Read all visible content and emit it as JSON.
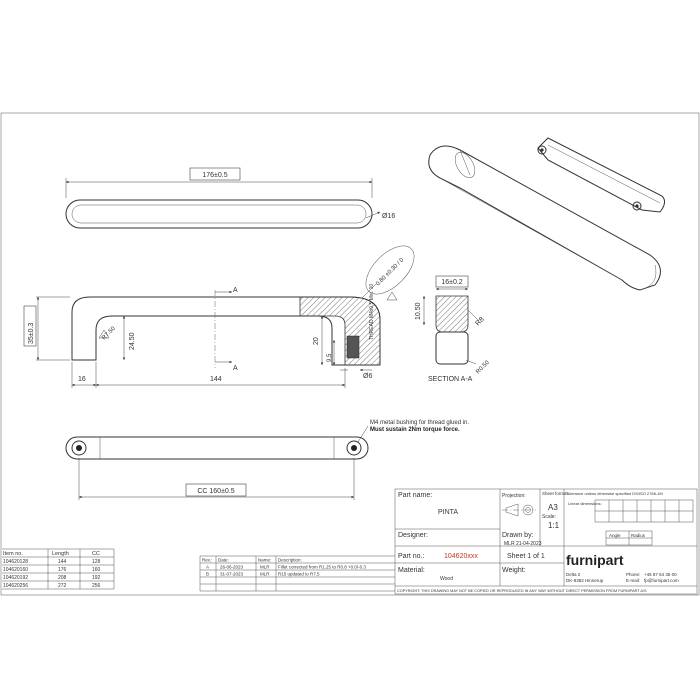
{
  "views": {
    "top": {
      "length": "176±0.5",
      "diameter": "Ø16"
    },
    "side": {
      "height": "35±0.3",
      "radius": "R7.50",
      "inner_height": "24.50",
      "depth": "16",
      "length": "144",
      "section_marker_top": "A",
      "section_marker_bottom": "A",
      "hole_depth": "20",
      "thread_offset": "9.5",
      "thread_note": "THREAD M4x0.5 Min. 10",
      "hole_dia": "Ø6",
      "bubble_tolerance": "0.80 ±0.30 / 0",
      "bubble_sym": "0"
    },
    "section": {
      "width": "16±0.2",
      "height": "10.50",
      "r8": "R8",
      "r050": "R0.50",
      "label": "SECTION A-A"
    },
    "front": {
      "cc": "CC 160±0.5",
      "note_line1": "M4 metal bushing for thread glued in.",
      "note_line2": "Must sustain 2Nm torque force."
    }
  },
  "item_table": {
    "headers": [
      "Item no.",
      "Length",
      "CC"
    ],
    "rows": [
      [
        "104620128",
        "144",
        "128"
      ],
      [
        "104620160",
        "176",
        "160"
      ],
      [
        "104620192",
        "208",
        "192"
      ],
      [
        "104620256",
        "272",
        "256"
      ]
    ]
  },
  "revision_table": {
    "headers": [
      "Rev.:",
      "Date:",
      "Name:",
      "Description:"
    ],
    "rows": [
      [
        "A",
        "26-06-2023",
        "MLR",
        "Fillet corrected from R1.25 to R0.8 +0.0/-0.3"
      ],
      [
        "B",
        "31-07-2023",
        "MLR",
        "R15 updated to R7.5"
      ]
    ]
  },
  "title_block": {
    "part_name_label": "Part name:",
    "part_name": "PINTA",
    "projection_label": "Projection:",
    "sheet_format_label": "Sheet format:",
    "sheet_format": "A3",
    "scale_label": "Scale:",
    "scale": "1:1",
    "designer_label": "Designer:",
    "drawn_by_label": "Drawn by:",
    "drawn_by": "MLR 21-04-2023",
    "part_no_label": "Part no.:",
    "part_no": "104620xxx",
    "sheet_label": "Sheet 1 of 1",
    "material_label": "Material:",
    "material": "Wood",
    "weight_label": "Weight:",
    "tolerance_title": "Tolerance unless otherwise specified DS/ISO 2768-1M",
    "linear_label": "Linear dimensions:",
    "angle_label": "Angle",
    "radius_label": "Radius",
    "logo": "furnipart",
    "company_line1": "Delta 2",
    "company_line2": "DK-8382 Hinnerup",
    "phone_label": "Phone:",
    "phone": "+45 87 64 35 00",
    "email_label": "E-mail:",
    "email": "fp@furnipart.com",
    "copyright": "COPYRIGHT: THIS DRAWING MAY NOT BE COPIED OR REPRODUCED IN ANY WAY WITHOUT DIRECT PERMISSION FROM FURNIPART A/S"
  },
  "colors": {
    "line": "#333333",
    "accent_red": "#c0392b",
    "hatch": "#777777"
  }
}
